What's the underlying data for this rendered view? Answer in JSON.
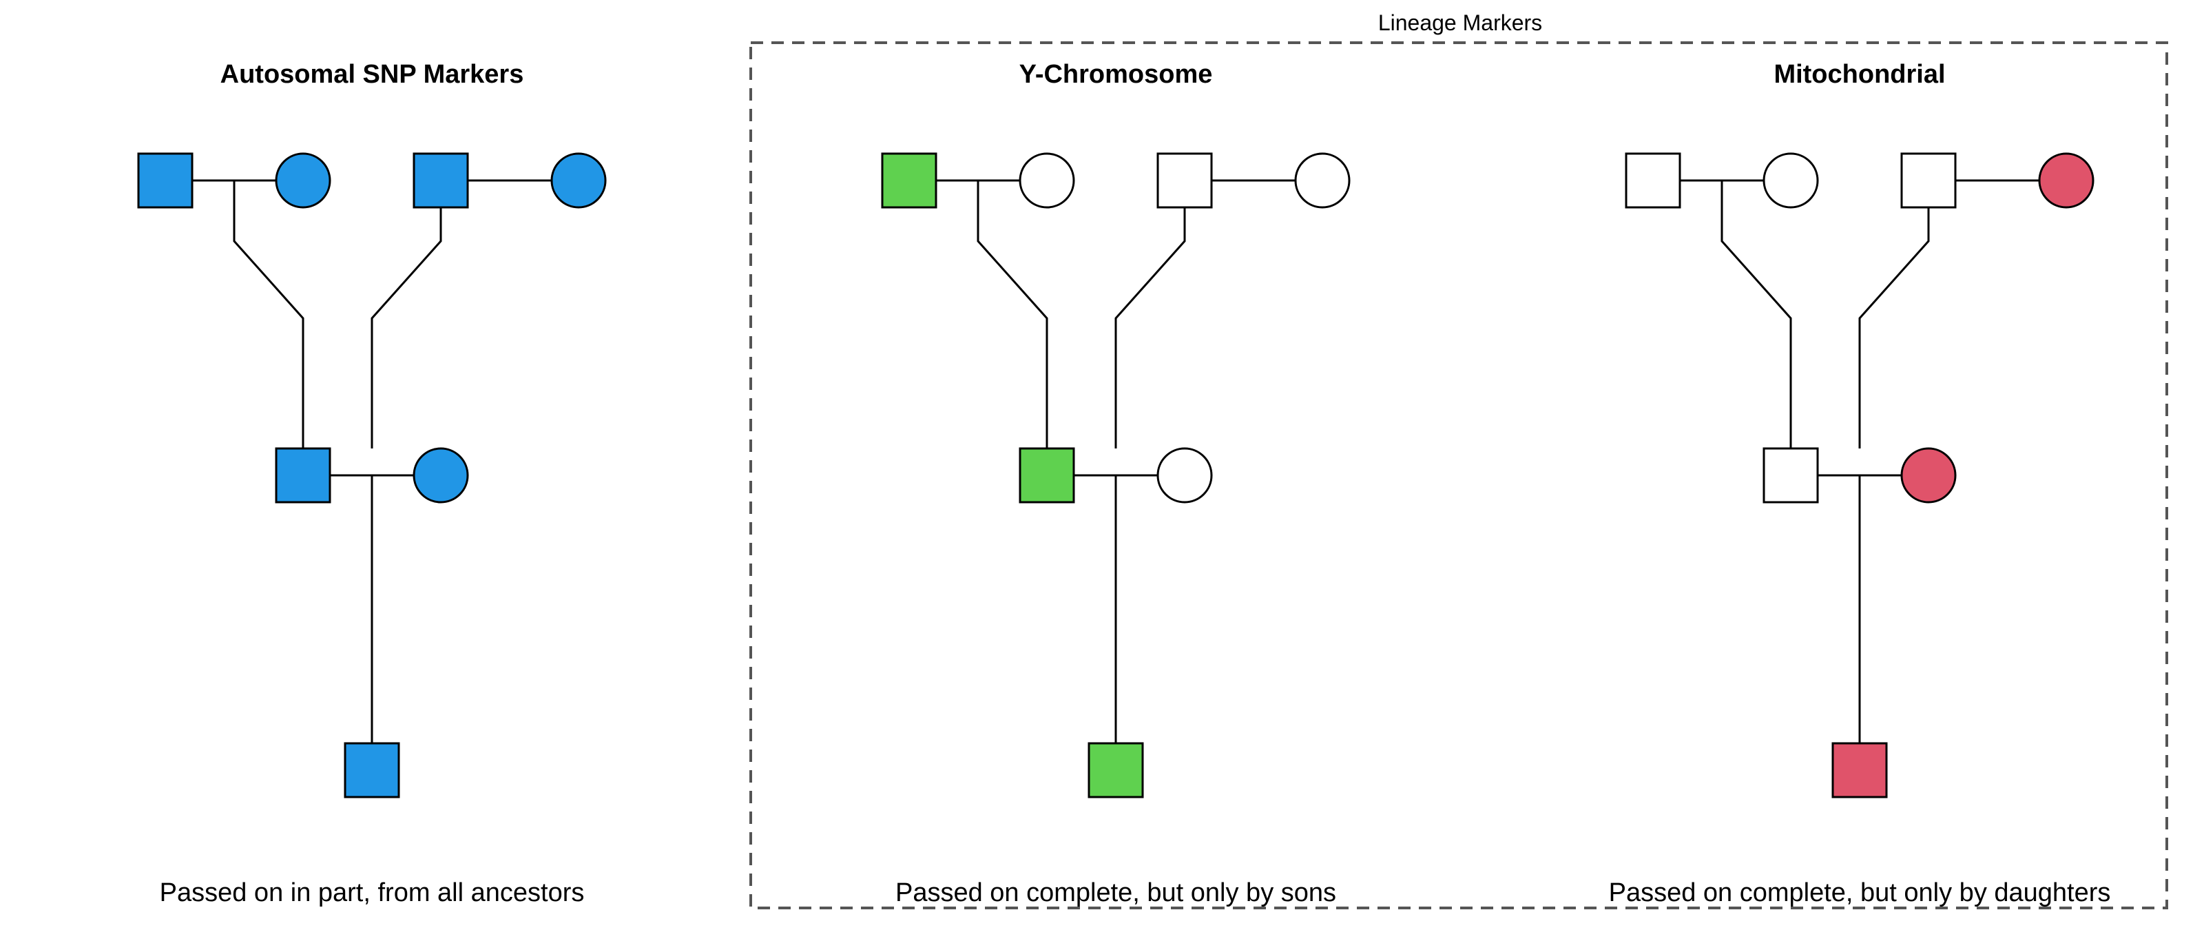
{
  "group": {
    "label": "Lineage Markers"
  },
  "panels": [
    {
      "title": "Autosomal SNP Markers",
      "caption": "Passed on in part, from all ancestors",
      "highlight_color": "#2196e6",
      "highlighted": {
        "paternal_grandfather": true,
        "paternal_grandmother": true,
        "maternal_grandfather": true,
        "maternal_grandmother": true,
        "father": true,
        "mother": true,
        "child": true
      }
    },
    {
      "title": "Y-Chromosome",
      "caption": "Passed on complete, but only by sons",
      "highlight_color": "#5fd14f",
      "highlighted": {
        "paternal_grandfather": true,
        "paternal_grandmother": false,
        "maternal_grandfather": false,
        "maternal_grandmother": false,
        "father": true,
        "mother": false,
        "child": true
      }
    },
    {
      "title": "Mitochondrial",
      "caption": "Passed on complete, but only by daughters",
      "highlight_color": "#e0536a",
      "highlighted": {
        "paternal_grandfather": false,
        "paternal_grandmother": false,
        "maternal_grandfather": false,
        "maternal_grandmother": true,
        "father": false,
        "mother": true,
        "child": true
      }
    }
  ],
  "node_sex": {
    "paternal_grandfather": "male",
    "paternal_grandmother": "female",
    "maternal_grandfather": "male",
    "maternal_grandmother": "female",
    "father": "male",
    "mother": "female",
    "child": "male"
  },
  "unfilled_color": "#ffffff"
}
